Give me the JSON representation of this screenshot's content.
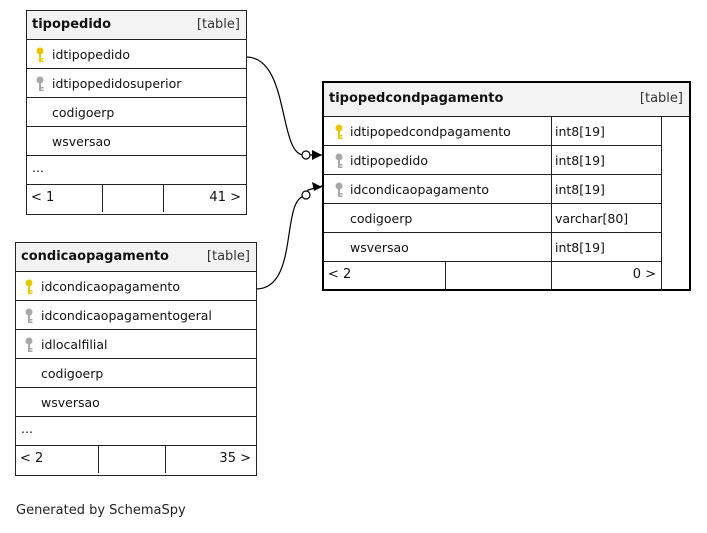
{
  "tables": {
    "tipopedido": {
      "name": "tipopedido",
      "kind": "[table]",
      "columns": [
        {
          "name": "idtipopedido",
          "key": "primary"
        },
        {
          "name": "idtipopedidosuperior",
          "key": "foreign"
        },
        {
          "name": "codigoerp",
          "key": "none"
        },
        {
          "name": "wsversao",
          "key": "none"
        }
      ],
      "more": "...",
      "parents": "< 1",
      "children": "41 >"
    },
    "condicaopagamento": {
      "name": "condicaopagamento",
      "kind": "[table]",
      "columns": [
        {
          "name": "idcondicaopagamento",
          "key": "primary"
        },
        {
          "name": "idcondicaopagamentogeral",
          "key": "foreign"
        },
        {
          "name": "idlocalfilial",
          "key": "foreign"
        },
        {
          "name": "codigoerp",
          "key": "none"
        },
        {
          "name": "wsversao",
          "key": "none"
        }
      ],
      "more": "...",
      "parents": "< 2",
      "children": "35 >"
    },
    "tipopedcondpagamento": {
      "name": "tipopedcondpagamento",
      "kind": "[table]",
      "columns": [
        {
          "name": "idtipopedcondpagamento",
          "key": "primary",
          "type": "int8[19]"
        },
        {
          "name": "idtipopedido",
          "key": "foreign",
          "type": "int8[19]"
        },
        {
          "name": "idcondicaopagamento",
          "key": "foreign",
          "type": "int8[19]"
        },
        {
          "name": "codigoerp",
          "key": "none",
          "type": "varchar[80]"
        },
        {
          "name": "wsversao",
          "key": "none",
          "type": "int8[19]"
        }
      ],
      "parents": "< 2",
      "children": "0 >"
    }
  },
  "colors": {
    "primary_key": "#e6c800",
    "foreign_key": "#a8a8a8",
    "header_bg": "#f3f3f3",
    "line": "#000000"
  },
  "icons": {
    "primary": "key-icon",
    "foreign": "foreign-key-icon"
  },
  "footer": "Generated by SchemaSpy"
}
